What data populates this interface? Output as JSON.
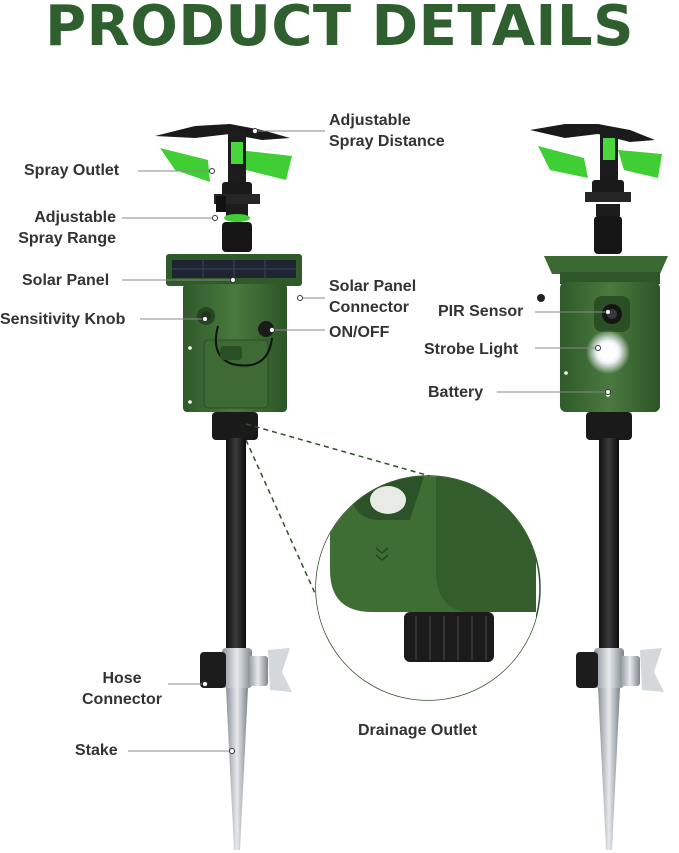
{
  "title": "PRODUCT DETAILS",
  "labels": {
    "adjustable_spray_distance_1": "Adjustable",
    "adjustable_spray_distance_2": "Spray Distance",
    "spray_outlet": "Spray Outlet",
    "adjustable_spray_range_1": "Adjustable",
    "adjustable_spray_range_2": "Spray Range",
    "solar_panel": "Solar Panel",
    "solar_panel_connector_1": "Solar Panel",
    "solar_panel_connector_2": "Connector",
    "sensitivity_knob": "Sensitivity Knob",
    "on_off": "ON/OFF",
    "pir_sensor": "PIR Sensor",
    "strobe_light": "Strobe Light",
    "battery": "Battery",
    "hose_connector_1": "Hose",
    "hose_connector_2": "Connector",
    "stake": "Stake",
    "drainage_outlet": "Drainage Outlet"
  },
  "colors": {
    "title_green": "#2f5e2f",
    "body_green": "#3e6b34",
    "accent_green": "#4ed13a",
    "label_gray": "#333333",
    "leader_gray": "#888888"
  }
}
